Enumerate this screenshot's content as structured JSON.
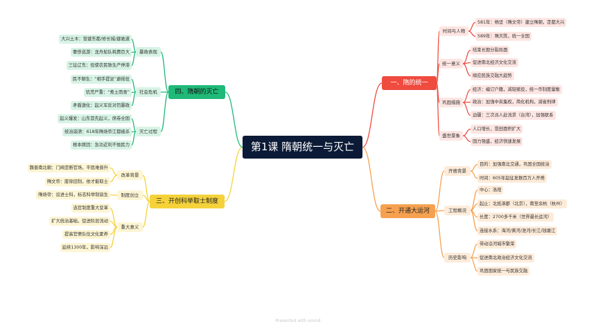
{
  "title": "第1课 隋朝统一与灭亡",
  "footer": "Presented with xmind",
  "branches": {
    "b1": {
      "title": "一、隋的统一",
      "color": "#ef4b3f",
      "g1": {
        "label": "时间与人物",
        "items": [
          "581年：杨坚（隋文帝）建立隋朝，定都大兴",
          "589年：隋灭陈，统一全国"
        ]
      },
      "g2": {
        "label": "统一意义",
        "items": [
          "结束长期分裂局面",
          "促进南北经济文化交流",
          "顺应民族交融大趋势"
        ]
      },
      "g3": {
        "label": "巩固措施",
        "items": [
          "经济：编订户籍，减轻赋役，统一币制度量衡",
          "政治：加强中央集权，简化机构，减省刑律",
          "边疆：三次派人赴流求（台湾），加强联系"
        ]
      },
      "g4": {
        "label": "盛世景象",
        "items": [
          "人口增长，垦田面积扩大",
          "国力强盛，经济快速发展"
        ]
      }
    },
    "b2": {
      "title": "二、开通大运河",
      "color": "#f6a14f",
      "g1": {
        "label": "开凿背景",
        "items": [
          "目的：加强南北交通，巩固全国统治",
          "时间：605年起征发数百万人开凿"
        ]
      },
      "g2": {
        "label": "工程概况",
        "items": [
          "中心：洛阳",
          "起止：北抵涿郡（北京），南至余杭（杭州）",
          "长度：2700多千米（世界最长运河）",
          "连接水系：海河/黄河/淮河/长江/钱塘江"
        ]
      },
      "g3": {
        "label": "历史影响",
        "items": [
          "带动沿河城市繁荣",
          "促进南北政治经济文化交流",
          "巩固国家统一与民族交融"
        ]
      }
    },
    "b3": {
      "title": "三、开创科举取士制度",
      "color": "#f5d23a",
      "g1": {
        "label": "改革背景",
        "items": [
          "魏晋南北朝：门阀垄断官场，平民难晋升",
          "隋文帝：废除旧制，依才能取士"
        ]
      },
      "g2": {
        "label": "制度创立",
        "items": [
          "隋炀帝：设进士科，标志科举制诞生"
        ]
      },
      "g3": {
        "label": "重大意义",
        "items": [
          "选官制度重大变革",
          "扩大统治基础，促进阶层流动",
          "提高官僚队伍文化素养",
          "延续1300年，影响深远"
        ]
      }
    },
    "b4": {
      "title": "四、隋朝的灭亡",
      "color": "#1fb978",
      "g1": {
        "label": "暴政表现",
        "items": [
          "大兴土木：营建东都/修长城/建驰道",
          "奢侈巡游：龙舟船队耗费巨大",
          "三征辽东：役使农民致生产停滞"
        ]
      },
      "g2": {
        "label": "社会危机",
        "items": [
          "民不聊生：“相手提足”避徭役",
          "饥荒严重：“煮土而食”",
          "矛盾激化：起义军反对罚暴政"
        ]
      },
      "g3": {
        "label": "灭亡过程",
        "items": [
          "起义爆发：山东首先起义，席卷全国",
          "统治崩溃：618年隋炀帝江都被杀",
          "根本原因：急功近利不恤民力"
        ]
      }
    }
  }
}
